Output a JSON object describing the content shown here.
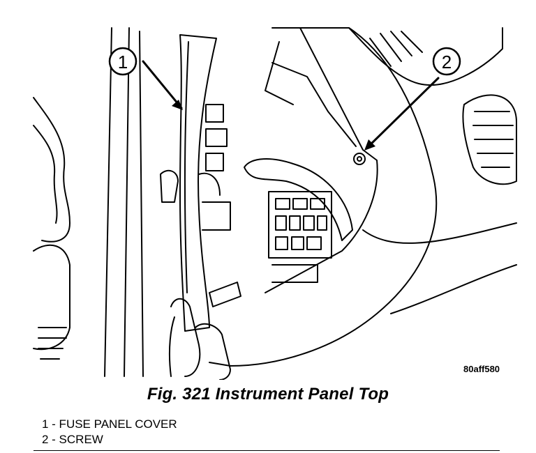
{
  "figure": {
    "reference_id": "80aff580",
    "caption": "Fig. 321 Instrument Panel Top",
    "callouts": [
      {
        "number": "1"
      },
      {
        "number": "2"
      }
    ],
    "legend": [
      {
        "text": "1 - FUSE PANEL COVER"
      },
      {
        "text": "2 - SCREW"
      }
    ]
  }
}
